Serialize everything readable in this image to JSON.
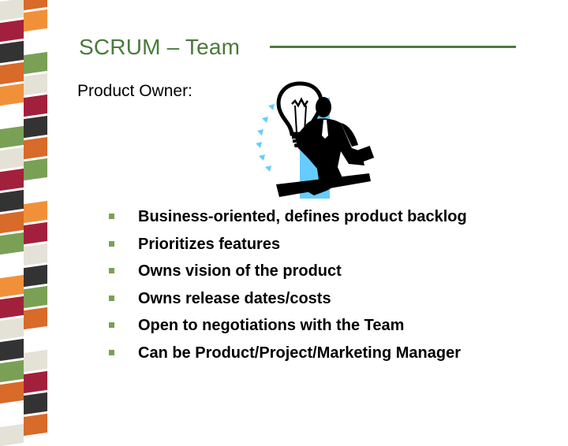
{
  "slide": {
    "title": "SCRUM – Team",
    "subtitle": "Product Owner:",
    "bullets": [
      "Business-oriented, defines product backlog",
      "Prioritizes features",
      "Owns vision of the product",
      "Owns release dates/costs",
      "Open to negotiations with the Team",
      "Can be Product/Project/Marketing Manager"
    ]
  },
  "theme": {
    "title_color": "#4a7a3a",
    "bullet_color": "#7aa055",
    "stripe_colors": [
      "#ffffff",
      "#e4e2d6",
      "#a3203c",
      "#333333",
      "#d86a2a",
      "#f0913a",
      "#7aa055",
      "#5a8a3c"
    ]
  },
  "clipart": {
    "icon": "lightbulb-idea-businessman"
  }
}
